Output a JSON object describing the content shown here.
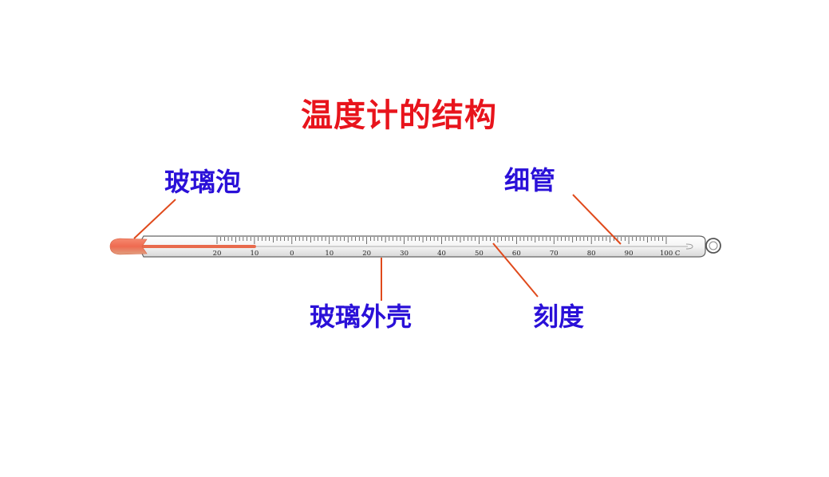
{
  "title": "温度计的结构",
  "labels": {
    "bulb": "玻璃泡",
    "tube": "细管",
    "shell": "玻璃外壳",
    "scale": "刻度"
  },
  "scale_labels": [
    "20",
    "10",
    "0",
    "10",
    "20",
    "30",
    "40",
    "50",
    "60",
    "70",
    "80",
    "90",
    "100 C"
  ],
  "scale_values": [
    -20,
    -10,
    0,
    10,
    20,
    30,
    40,
    50,
    60,
    70,
    80,
    90,
    100
  ],
  "liquid_reading": -10,
  "colors": {
    "title": "#e8141c",
    "label": "#2a10d8",
    "leader": "#e04a1c",
    "liquid": "#e86a4c",
    "bulb": "#f07058",
    "glass_outline": "#666666"
  }
}
